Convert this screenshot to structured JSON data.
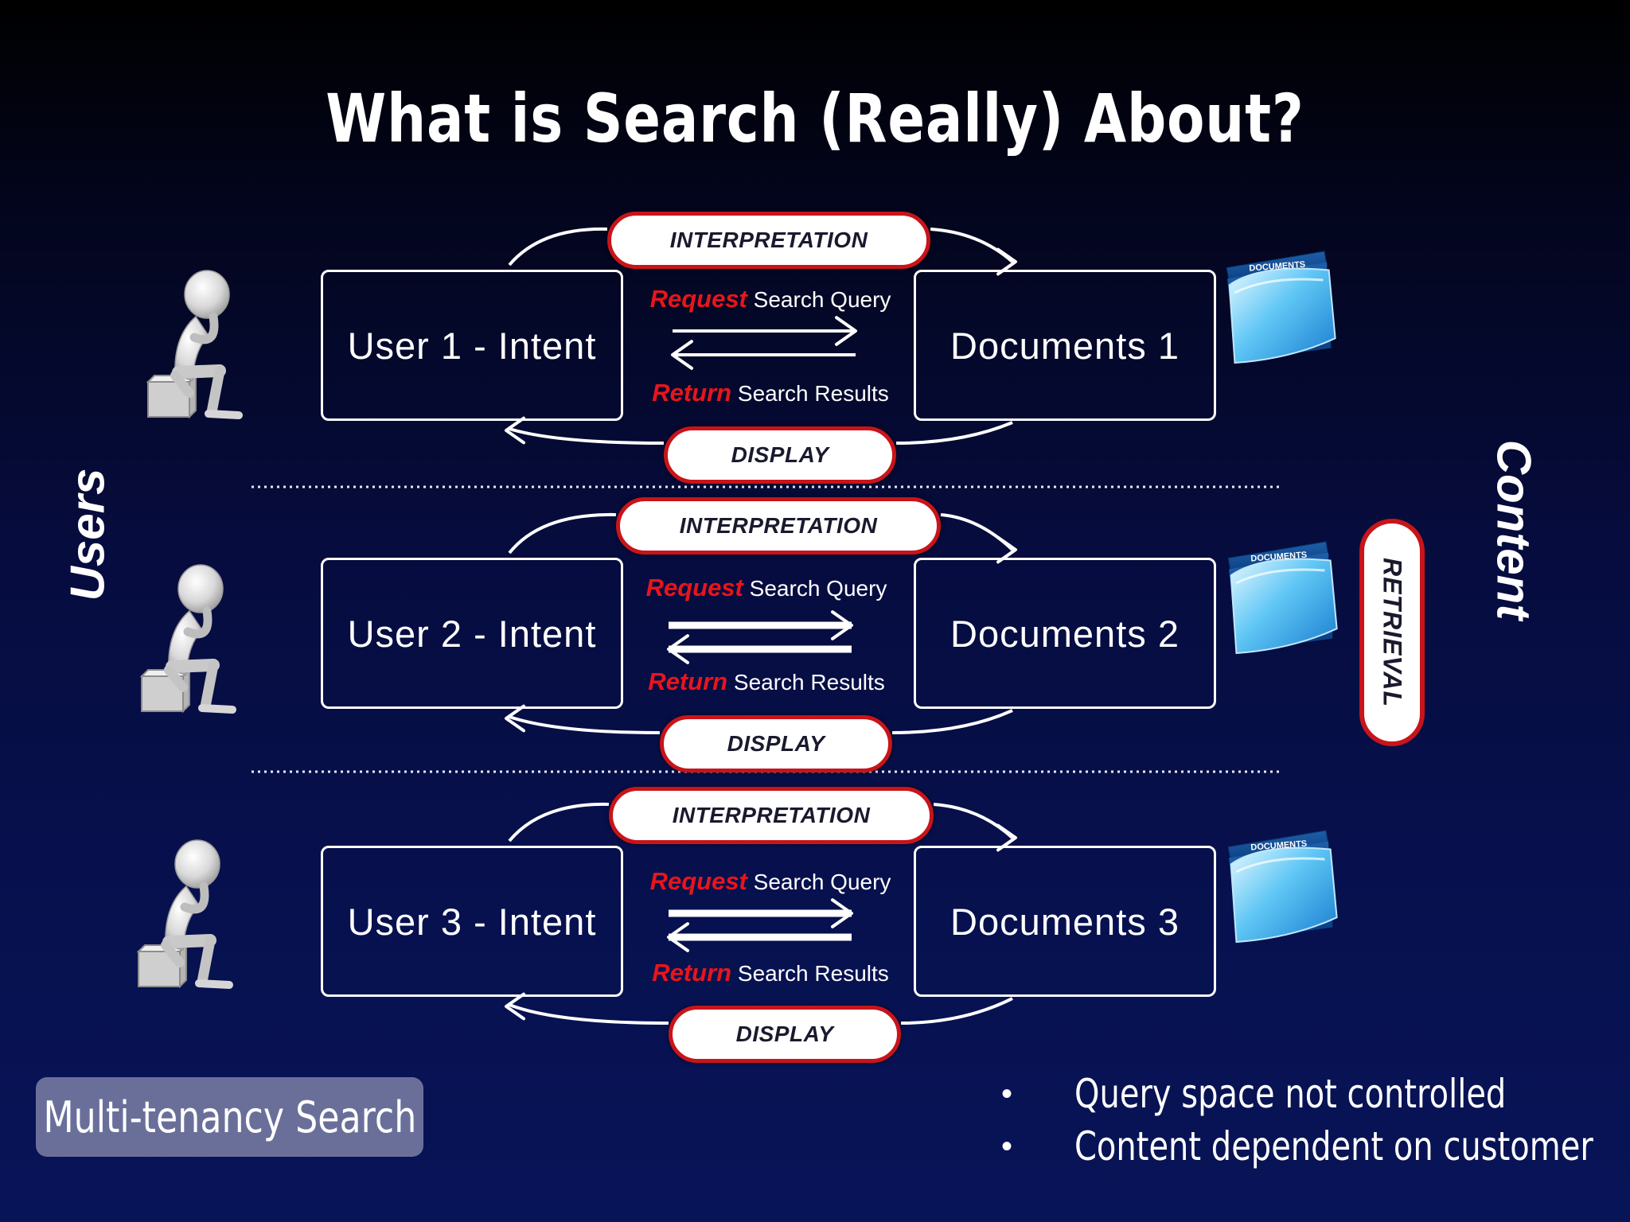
{
  "title": "What is Search (Really) About?",
  "side_labels": {
    "left": "Users",
    "right": "Content"
  },
  "retrieval_label": "RETRIEVAL",
  "rows": [
    {
      "intent": "User 1 - Intent",
      "documents": "Documents 1",
      "interpretation": "INTERPRETATION",
      "display": "DISPLAY",
      "request_word": "Request",
      "request_rest": "Search Query",
      "return_word": "Return",
      "return_rest": "Search Results",
      "folder_label": "DOCUMENTS"
    },
    {
      "intent": "User 2 - Intent",
      "documents": "Documents 2",
      "interpretation": "INTERPRETATION",
      "display": "DISPLAY",
      "request_word": "Request",
      "request_rest": "Search Query",
      "return_word": "Return",
      "return_rest": "Search Results",
      "folder_label": "DOCUMENTS"
    },
    {
      "intent": "User 3 - Intent",
      "documents": "Documents 3",
      "interpretation": "INTERPRETATION",
      "display": "DISPLAY",
      "request_word": "Request",
      "request_rest": "Search Query",
      "return_word": "Return",
      "return_rest": "Search Results",
      "folder_label": "DOCUMENTS"
    }
  ],
  "badge": "Multi-tenancy Search",
  "bullets": [
    "Query space not controlled",
    "Content dependent on customer"
  ],
  "colors": {
    "accent_red": "#c8141a",
    "request_red": "#e8151b",
    "background": "#07114f",
    "badge": "#6a6f9a"
  },
  "icons": [
    "thinking-person-icon",
    "documents-folder-icon"
  ]
}
